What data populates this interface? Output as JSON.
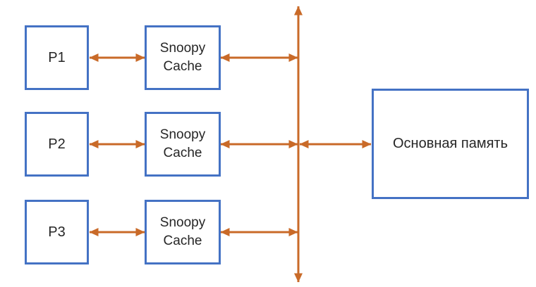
{
  "diagram": {
    "processors": [
      {
        "label": "P1"
      },
      {
        "label": "P2"
      },
      {
        "label": "P3"
      }
    ],
    "caches": [
      {
        "label": "Snoopy\nCache"
      },
      {
        "label": "Snoopy\nCache"
      },
      {
        "label": "Snoopy\nCache"
      }
    ],
    "memory": {
      "label": "Основная память"
    },
    "colors": {
      "box_border": "#4472C4",
      "arrow": "#C96A28",
      "text": "#262626",
      "background": "#FFFFFF"
    }
  }
}
